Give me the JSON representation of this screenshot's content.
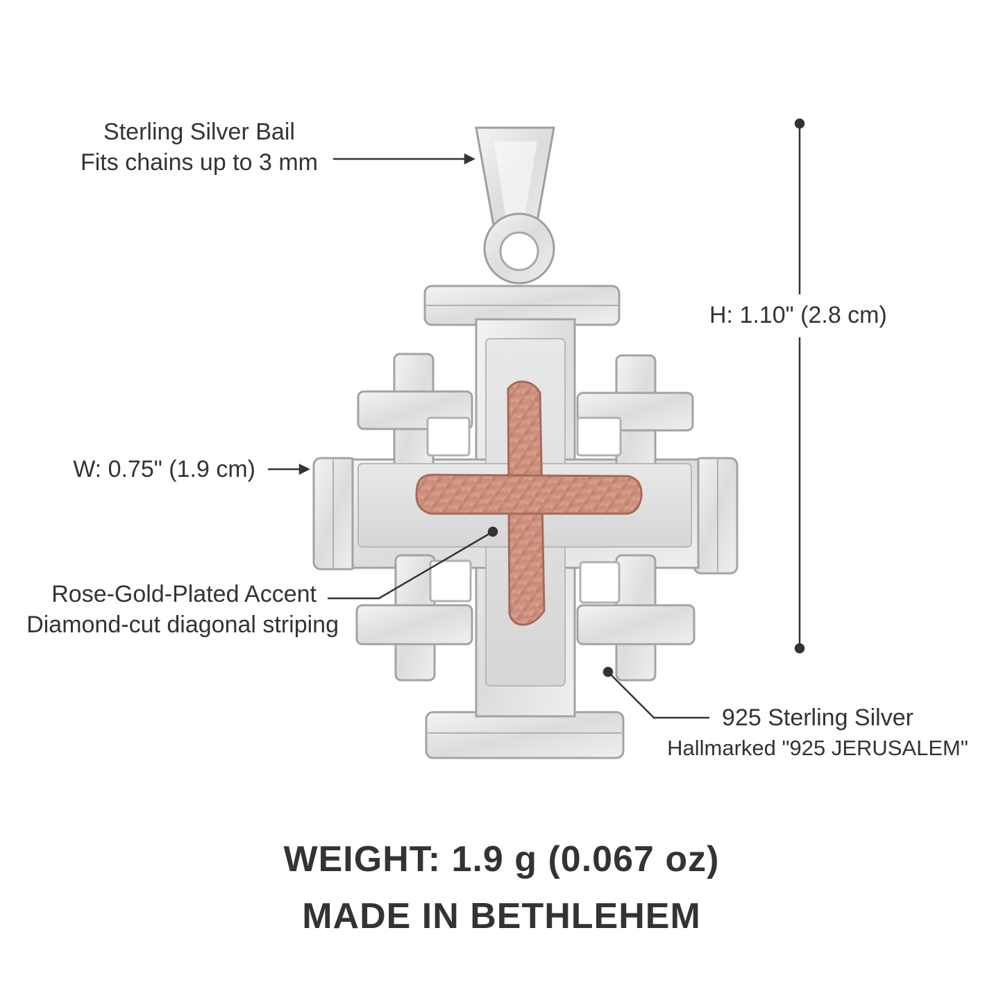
{
  "product_image": {
    "icon": "jerusalem-cross-pendant-icon",
    "silver_color": "#e6e6e6",
    "accent_color": "#d79c8a"
  },
  "callouts": {
    "bail": {
      "line1": "Sterling Silver Bail",
      "line2": "Fits chains up to 3 mm"
    },
    "width": {
      "text": "W: 0.75\" (1.9 cm)"
    },
    "height": {
      "text": "H: 1.10\" (2.8 cm)"
    },
    "accent": {
      "line1": "Rose-Gold-Plated Accent",
      "line2": "Diamond-cut diagonal striping"
    },
    "metal": {
      "line1": "925 Sterling Silver",
      "line2": "Hallmarked \"925 JERUSALEM\""
    }
  },
  "footer": {
    "weight": "WEIGHT: 1.9 g (0.067 oz)",
    "origin": "MADE IN BETHLEHEM"
  }
}
